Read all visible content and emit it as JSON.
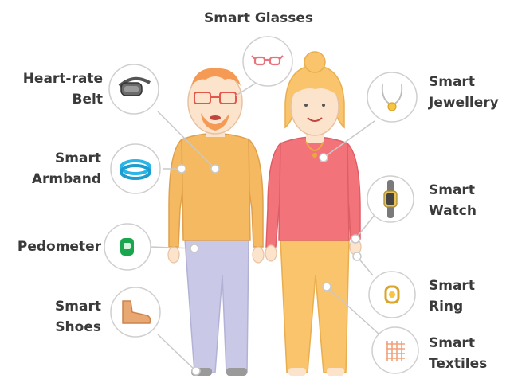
{
  "labels": {
    "smart_glasses": [
      "Smart Glasses"
    ],
    "heart_rate_belt": [
      "Heart-rate",
      "Belt"
    ],
    "smart_armband": [
      "Smart",
      "Armband"
    ],
    "pedometer": [
      "Pedometer"
    ],
    "smart_shoes": [
      "Smart",
      "Shoes"
    ],
    "smart_jewellery": [
      "Smart",
      "Jewellery"
    ],
    "smart_watch": [
      "Smart",
      "Watch"
    ],
    "smart_ring": [
      "Smart",
      "Ring"
    ],
    "smart_textiles": [
      "Smart",
      "Textiles"
    ]
  },
  "colors": {
    "man_shirt": "#f5b962",
    "man_pants": "#c9c8e6",
    "woman_shirt": "#f2737a",
    "woman_pants": "#f9c46b",
    "skin": "#fbe3cc",
    "outline": "#c9c9c9",
    "label_text": "#3a3a3a",
    "armband": "#2ab5e8",
    "pedometer": "#1aa64e"
  }
}
